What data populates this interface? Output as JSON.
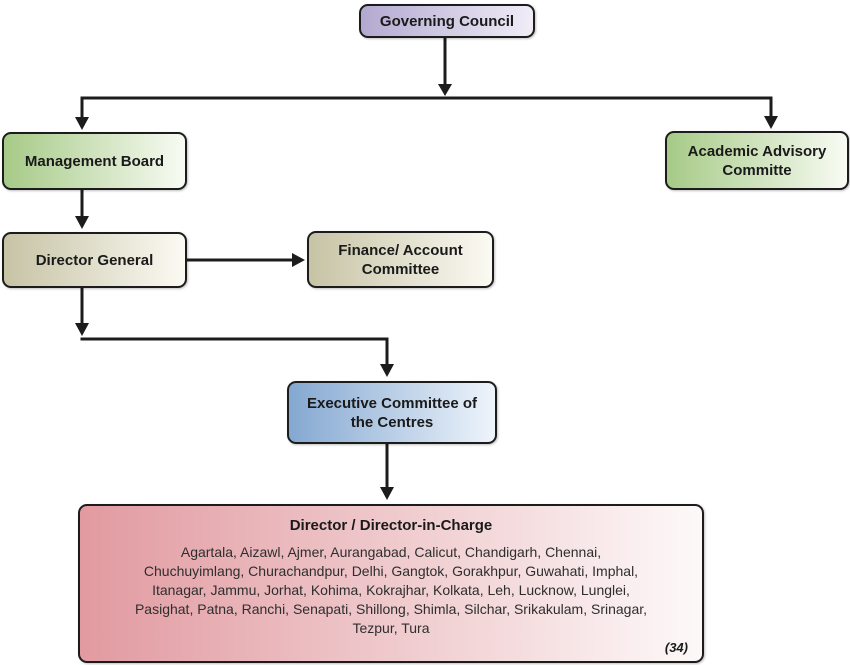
{
  "nodes": {
    "governing_council": {
      "label": "Governing Council"
    },
    "management_board": {
      "label": "Management Board"
    },
    "academic_advisory_committee": {
      "label": "Academic Advisory Committe"
    },
    "director_general": {
      "label": "Director General"
    },
    "finance_account_committee": {
      "label": "Finance/ Account Committee"
    },
    "executive_committee": {
      "label": "Executive Committee of the Centres"
    },
    "director_in_charge": {
      "title": "Director / Director-in-Charge",
      "lines": [
        "Agartala, Aizawl, Ajmer, Aurangabad, Calicut, Chandigarh, Chennai,",
        "Chuchuyimlang, Churachandpur, Delhi, Gangtok, Gorakhpur, Guwahati, Imphal,",
        "Itanagar, Jammu, Jorhat, Kohima, Kokrajhar, Kolkata, Leh, Lucknow, Lunglei,",
        "Pasighat, Patna, Ranchi, Senapati, Shillong, Shimla, Silchar, Srikakulam, Srinagar,",
        "Tezpur, Tura"
      ],
      "count_note": "(34)"
    }
  },
  "colors": {
    "lavender": [
      "#b3a9d0",
      "#f0edf7"
    ],
    "green": [
      "#a6ca87",
      "#f8fbf3"
    ],
    "tan": [
      "#c7c3a5",
      "#fbfaf3"
    ],
    "blue": [
      "#84a8d1",
      "#eef4fb"
    ],
    "pink": [
      "#e19aa0",
      "#fdf9f9"
    ],
    "connector_line": "#1c1c1c",
    "box_border": "#1c1c1c"
  }
}
